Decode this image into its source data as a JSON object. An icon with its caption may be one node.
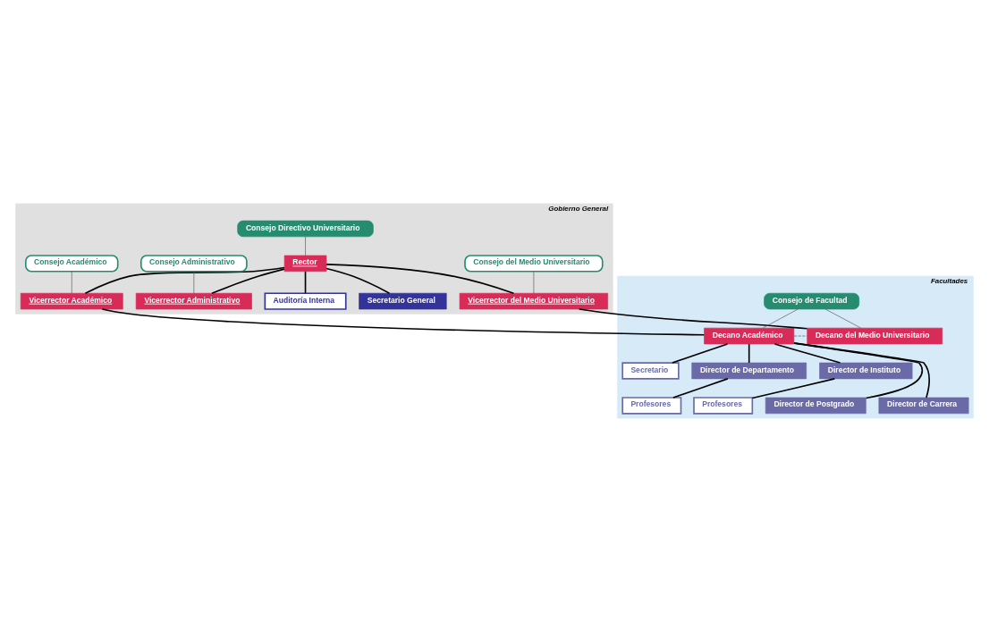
{
  "diagram": {
    "nodes": [
      {
        "text": [
          "Gobierno General"
        ]
      },
      {
        "text": [
          "Consejo Directivo Universitario"
        ],
        "in": 0
      },
      {
        "text": [
          "Rector"
        ],
        "in": 0
      },
      {
        "text": [
          "Secretario General"
        ],
        "in": 0
      },
      {
        "text": [
          "Auditoría Interna"
        ],
        "in": 0
      },
      {
        "text": [
          "Consejo Académico"
        ],
        "in": 0
      },
      {
        "text": [
          "Consejo Administrativo"
        ],
        "in": 0
      },
      {
        "text": [
          "Consejo del Medio Universitario"
        ],
        "in": 0
      },
      {
        "text": [
          "Vicerrector Académico"
        ],
        "in": 0
      },
      {
        "text": [
          "Vicerrector Administrativo"
        ],
        "in": 0
      },
      {
        "text": [
          "Vicerrector del Medio Universitario"
        ],
        "in": 0
      },
      {
        "text": [
          "Facultades"
        ]
      },
      {
        "text": [
          "Consejo de Facultad"
        ],
        "in": 11
      },
      {
        "text": [
          "Decano Académico"
        ],
        "in": 11
      },
      {
        "text": [
          "Decano del Medio Universitario"
        ],
        "in": 11
      },
      {
        "text": [
          "Secretario"
        ],
        "in": 11
      },
      {
        "text": [
          "Director de Departamento"
        ],
        "in": 11
      },
      {
        "text": [
          "Director de Instituto"
        ],
        "in": 11
      },
      {
        "text": [
          "Profesores"
        ],
        "in": 11
      },
      {
        "text": [
          "Director de Postgrado"
        ],
        "in": 11
      },
      {
        "text": [
          "Director de Carrera"
        ],
        "in": 11
      },
      {
        "text": [
          "Profesores"
        ],
        "in": 11
      }
    ],
    "edges": [
      {
        "from": 1,
        "to": 2,
        "arrow": "none",
        "color": "#555555"
      },
      {
        "from": 2,
        "to": 3,
        "arrow": "none"
      },
      {
        "from": 2,
        "to": 4,
        "arrow": "none"
      },
      {
        "from": 2,
        "to": 8,
        "arrow": "none"
      },
      {
        "from": 2,
        "to": 9,
        "arrow": "none"
      },
      {
        "from": 2,
        "to": 10,
        "arrow": "none"
      },
      {
        "from": 5,
        "to": 8,
        "arrow": "none",
        "color": "#555555"
      },
      {
        "from": 6,
        "to": 9,
        "arrow": "none",
        "color": "#555555"
      },
      {
        "from": 7,
        "to": 10,
        "arrow": "none",
        "color": "#555555"
      },
      {
        "from": 8,
        "to": 13,
        "arrow": "none"
      },
      {
        "from": 10,
        "to": 14,
        "arrow": "none"
      },
      {
        "from": 12,
        "to": 13,
        "arrow": "none",
        "color": "#555555"
      },
      {
        "from": 12,
        "to": 14,
        "arrow": "none",
        "color": "#555555"
      },
      {
        "from": 13,
        "to": 14,
        "arrow": "none",
        "style": "dashed",
        "color": "#555555"
      },
      {
        "from": 13,
        "to": 15,
        "arrow": "none"
      },
      {
        "from": 13,
        "to": 16,
        "arrow": "none"
      },
      {
        "from": 13,
        "to": 17,
        "arrow": "none"
      },
      {
        "from": 13,
        "to": 19,
        "arrow": "none"
      },
      {
        "from": 13,
        "to": 20,
        "arrow": "none"
      },
      {
        "from": 16,
        "to": 18,
        "arrow": "none"
      },
      {
        "from": 17,
        "to": 21,
        "arrow": "none"
      }
    ]
  }
}
